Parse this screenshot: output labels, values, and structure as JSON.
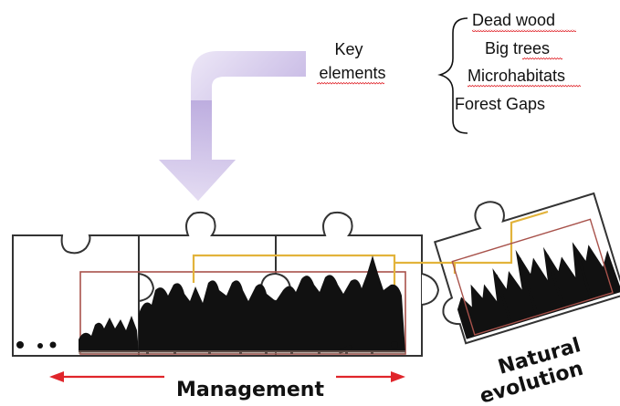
{
  "key_label": {
    "line1": "Key",
    "line2": "elements"
  },
  "key_elements": [
    "Dead wood",
    "Big trees",
    "Microhabitats",
    "Forest Gaps"
  ],
  "bottom_label": "Management",
  "rotated_label": {
    "line1": "Natural",
    "line2": "evolution"
  },
  "colors": {
    "arrow_purple_light": "#efe9f8",
    "arrow_purple_dark": "#9b86c8",
    "management_arrow": "#e0252b",
    "gold_line": "#e2b33b",
    "brown_frame": "#a8524b",
    "spellcheck_underline": "#e0252b",
    "tree": "#111111"
  },
  "icons": {
    "left_arrow": "arrow-left-icon",
    "right_arrow": "arrow-right-icon",
    "down_arrow": "curved-down-arrow-icon",
    "brace": "curly-brace-icon"
  }
}
